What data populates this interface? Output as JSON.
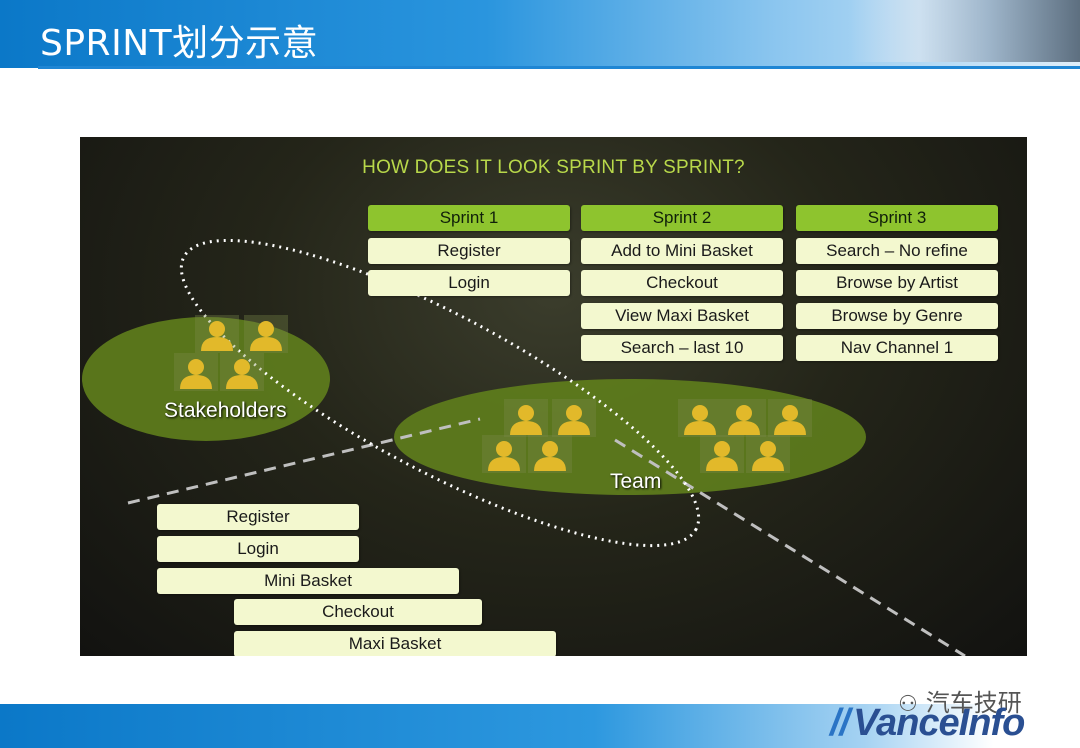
{
  "slide": {
    "title": "SPRINT划分示意",
    "footer_wechat": "汽车技研",
    "logo_text": "VanceInfo"
  },
  "diagram": {
    "heading": "HOW DOES IT LOOK SPRINT BY SPRINT?",
    "sprints": [
      {
        "name": "Sprint 1",
        "items": [
          "Register",
          "Login"
        ]
      },
      {
        "name": "Sprint 2",
        "items": [
          "Add to Mini Basket",
          "Checkout",
          "View Maxi Basket",
          "Search – last 10"
        ]
      },
      {
        "name": "Sprint 3",
        "items": [
          "Search – No refine",
          "Browse by Artist",
          "Browse by Genre",
          "Nav Channel 1"
        ]
      }
    ],
    "stakeholders_label": "Stakeholders",
    "team_label": "Team",
    "delivered": [
      "Register",
      "Login",
      "Mini Basket",
      "Checkout",
      "Maxi Basket"
    ],
    "colors": {
      "sprint_header": "#8ec42e",
      "card": "#f3f8cf",
      "ellipse": "#5e7d1c",
      "person": "#e2b92a",
      "heading": "#b8d84a"
    }
  }
}
